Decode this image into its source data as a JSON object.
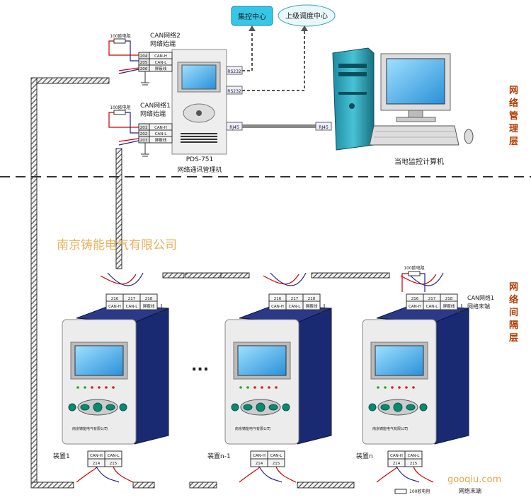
{
  "cloud_labels": {
    "central": "集控中心",
    "upper": "上级调度中心"
  },
  "layers": {
    "management": "网络管理层",
    "bay": "网络间隔层"
  },
  "company": "南京铸能电气有限公司",
  "watermark": "gooqiu.com",
  "pds": {
    "name": "PDS-751",
    "caption": "网络通讯管理机",
    "ports": {
      "rs232_a": "RS232",
      "rs232_b": "RS232",
      "rj45": "RJ45"
    }
  },
  "pc": {
    "caption": "当地监控计算机",
    "rj45": "RJ45"
  },
  "can2": {
    "resistor": "100欧电阻",
    "label_line1": "CAN网络2",
    "label_line2": "网络始端",
    "terms": [
      {
        "num": "204",
        "name": "CAN-H"
      },
      {
        "num": "205",
        "name": "CAN-L"
      },
      {
        "num": "206",
        "name": "屏蔽线"
      }
    ]
  },
  "can1": {
    "resistor": "100欧电阻",
    "label_line1": "CAN网络1",
    "label_line2": "网络始端",
    "terms": [
      {
        "num": "201",
        "name": "CAN-H"
      },
      {
        "num": "202",
        "name": "CAN-L"
      },
      {
        "num": "203",
        "name": "屏蔽线"
      }
    ]
  },
  "device_top_terms": {
    "nums": [
      "216",
      "217",
      "218"
    ],
    "names": [
      "CAN-H",
      "CAN-L",
      "屏蔽线"
    ]
  },
  "device_bottom_terms": {
    "names": [
      "CAN-H",
      "CAN-L"
    ],
    "nums": [
      "214",
      "215"
    ]
  },
  "devices": {
    "d1": "装置1",
    "dn1": "装置n-1",
    "dn": "装置n",
    "dots": "...",
    "maker": "南京铸能电气有限公司"
  },
  "bay_end": {
    "resistor_top": "100欧电阻",
    "label_line1": "CAN网络1",
    "label_line2": "网络末端",
    "resistor_bottom": "100欧电阻",
    "bottom_label": "网络末端"
  }
}
